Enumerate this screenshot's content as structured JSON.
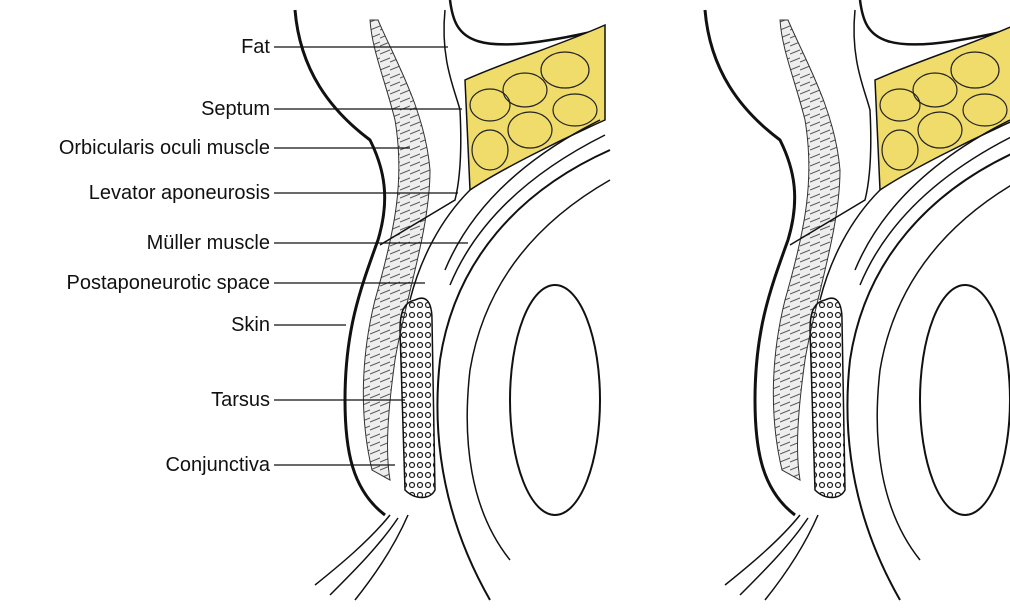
{
  "labels": {
    "fat": "Fat",
    "septum": "Septum",
    "orbicularis": "Orbicularis oculi muscle",
    "levator": "Levator aponeurosis",
    "muller": "Müller muscle",
    "postaponeurotic": "Postaponeurotic space",
    "skin": "Skin",
    "tarsus": "Tarsus",
    "conjunctiva": "Conjunctiva"
  },
  "colors": {
    "fat": "#f0dc6a",
    "line": "#111111"
  }
}
